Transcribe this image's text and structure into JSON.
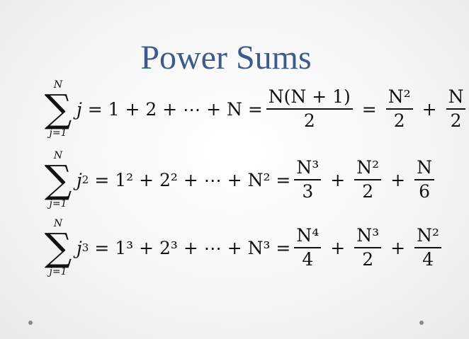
{
  "slide": {
    "title": "Power Sums",
    "equations": [
      {
        "lower_limit": "j=1",
        "upper_limit": "N",
        "summand": "j",
        "summand_exp": "",
        "expansion": "= 1 + 2 + ⋯ + N =",
        "fraction": {
          "num": "N(N + 1)",
          "den": "2"
        },
        "tail": [
          {
            "op": "=",
            "num": "N²",
            "den": "2"
          },
          {
            "op": "+",
            "num": "N",
            "den": "2"
          }
        ]
      },
      {
        "lower_limit": "j=1",
        "upper_limit": "N",
        "summand": "j",
        "summand_exp": "2",
        "expansion": "= 1² + 2² + ⋯ + N² =",
        "fraction": {
          "num": "N³",
          "den": "3"
        },
        "tail": [
          {
            "op": "+",
            "num": "N²",
            "den": "2"
          },
          {
            "op": "+",
            "num": "N",
            "den": "6"
          }
        ]
      },
      {
        "lower_limit": "j=1",
        "upper_limit": "N",
        "summand": "j",
        "summand_exp": "3",
        "expansion": "= 1³ + 2³ + ⋯ + N³ =",
        "fraction": {
          "num": "N⁴",
          "den": "4"
        },
        "tail": [
          {
            "op": "+",
            "num": "N³",
            "den": "2"
          },
          {
            "op": "+",
            "num": "N²",
            "den": "4"
          }
        ]
      }
    ]
  }
}
